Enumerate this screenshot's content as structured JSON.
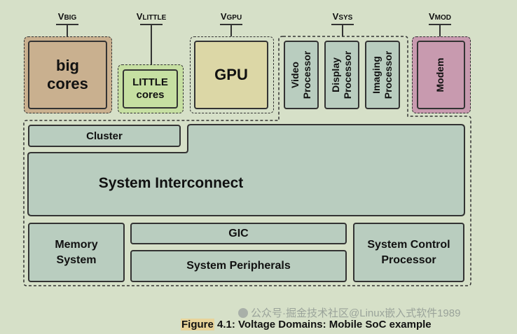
{
  "voltage_domains": {
    "big": {
      "prefix": "V",
      "sub": "BIG"
    },
    "little": {
      "prefix": "V",
      "sub": "LITTLE"
    },
    "gpu": {
      "prefix": "V",
      "sub": "GPU"
    },
    "sys": {
      "prefix": "V",
      "sub": "SYS"
    },
    "mod": {
      "prefix": "V",
      "sub": "MOD"
    }
  },
  "blocks": {
    "big_cores": {
      "line1": "big",
      "line2": "cores"
    },
    "little_cores": {
      "line1": "LITTLE",
      "line2": "cores"
    },
    "gpu": "GPU",
    "video": {
      "line1": "Video",
      "line2": "Processor"
    },
    "display": {
      "line1": "Display",
      "line2": "Processor"
    },
    "imaging": {
      "line1": "Imaging",
      "line2": "Processor"
    },
    "modem": "Modem",
    "cluster": "Cluster",
    "interconnect": "System Interconnect",
    "memory": {
      "line1": "Memory",
      "line2": "System"
    },
    "gic": "GIC",
    "peripherals": "System Peripherals",
    "scp": {
      "line1": "System Control",
      "line2": "Processor"
    }
  },
  "colors": {
    "background": "#d6e0c8",
    "big_cores": "#c9b08f",
    "little_cores": "#c6dfa2",
    "gpu": "#dcd7a6",
    "system": "#b9cdbf",
    "modem": "#c89aaf"
  },
  "caption": {
    "figure": "Figure",
    "text": " 4.1: Voltage Domains: Mobile SoC example"
  },
  "watermark": "公众号·掘金技术社区@Linux嵌入式软件1989"
}
